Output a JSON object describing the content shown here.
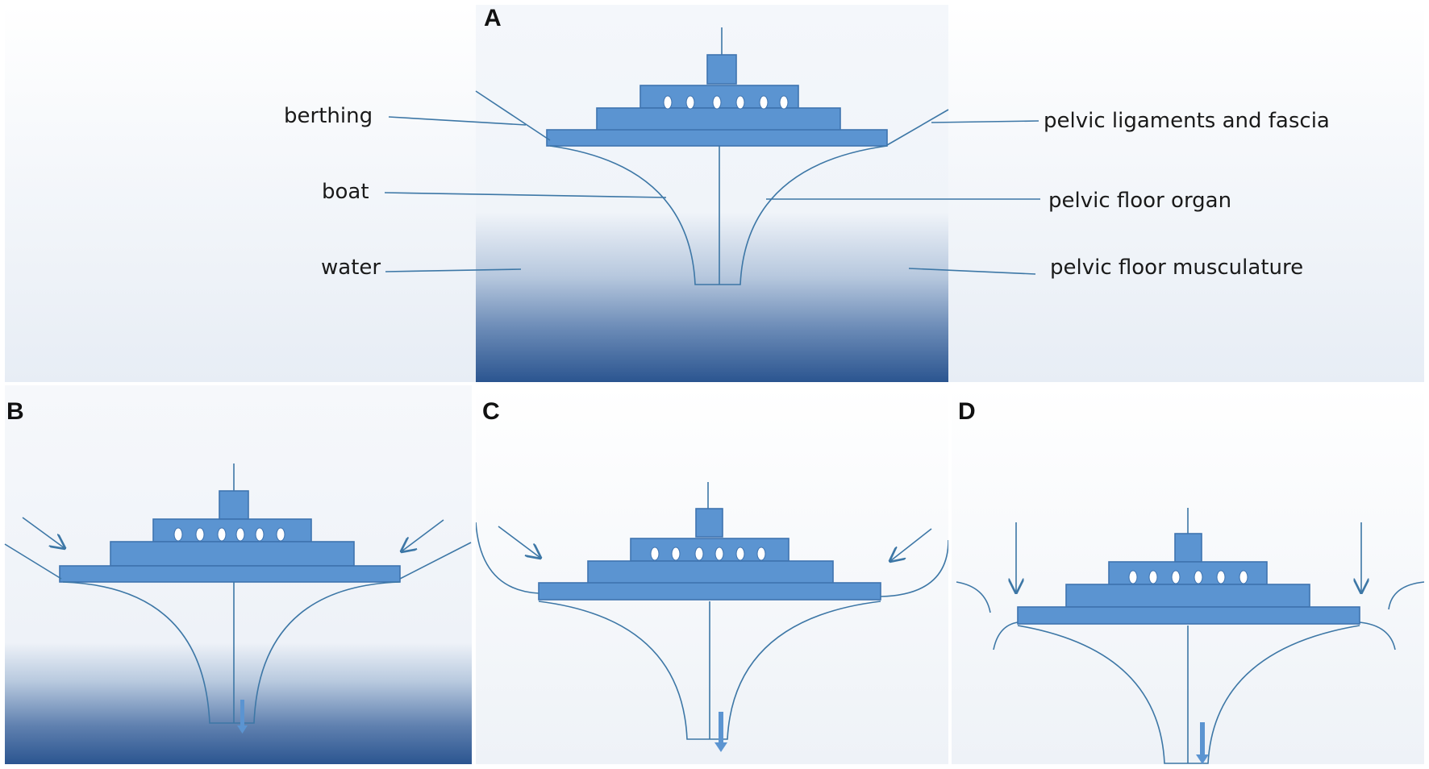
{
  "panels": {
    "A": {
      "letter": "A",
      "labels": {
        "berthing": "berthing",
        "boat": "boat",
        "water": "water",
        "ligaments": "pelvic ligaments and fascia",
        "organ": "pelvic floor organ",
        "musculature": "pelvic floor musculature"
      }
    },
    "B": {
      "letter": "B"
    },
    "C": {
      "letter": "C"
    },
    "D": {
      "letter": "D"
    }
  },
  "colors": {
    "boat_fill": "#5b94d1",
    "boat_stroke": "#3f74b0",
    "line": "#3d77a6",
    "water_deep": "#2b5590",
    "background_light": "#f6f8fb"
  }
}
